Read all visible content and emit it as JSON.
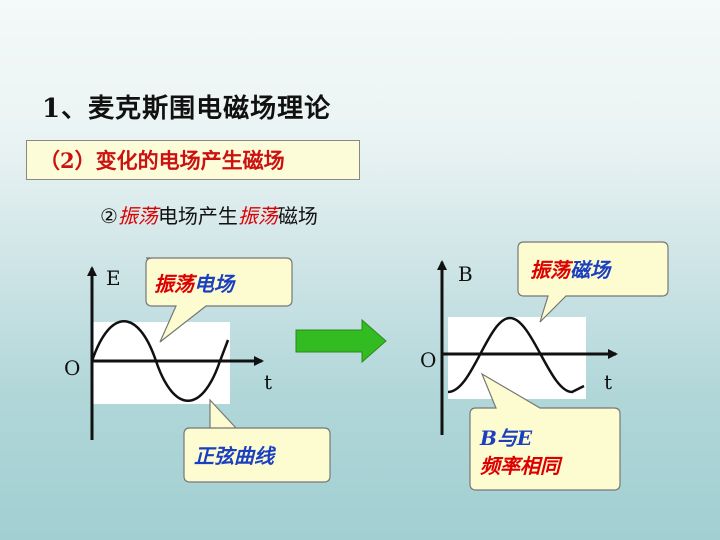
{
  "heading": "1、麦克斯围电磁场理论",
  "subtitle": "（2）变化的电场产生磁场",
  "line3": {
    "marker": "②",
    "w1": "振荡",
    "w2": "电场产生",
    "w3": "振荡",
    "w4": "磁场"
  },
  "left_graph": {
    "y_axis": "E",
    "origin": "O",
    "x_axis": "t",
    "callout_a": "振荡",
    "callout_b": "电场",
    "note": "正弦曲线"
  },
  "right_graph": {
    "y_axis": "B",
    "origin": "O",
    "x_axis": "t",
    "callout_a": "振荡",
    "callout_b": "磁场",
    "note_line1": "B与E",
    "note_line2": "频率相同"
  },
  "colors": {
    "callout_fill": "#fdfbd0",
    "arrow_green": "#33bb22",
    "emphasis_red": "#dd0000",
    "emphasis_blue": "#1a3fc0"
  },
  "icons": {
    "transition": "right-arrow-icon"
  }
}
